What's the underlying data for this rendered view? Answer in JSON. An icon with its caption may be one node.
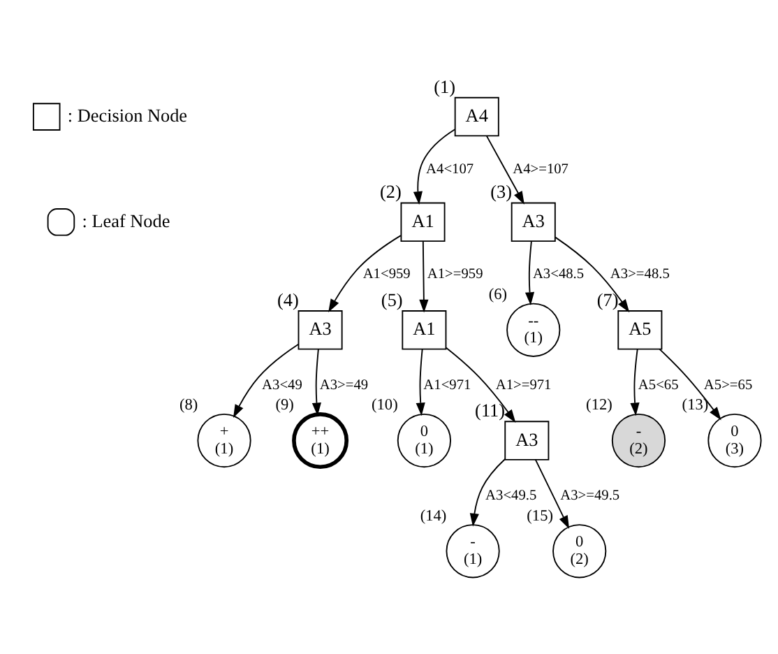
{
  "diagram": {
    "nodes": [
      {
        "text": [
          "A4"
        ],
        "beside": [
          "(1)"
        ]
      },
      {
        "text": [
          "A1"
        ],
        "beside": [
          "(2)"
        ]
      },
      {
        "text": [
          "A3"
        ],
        "beside": [
          "(3)"
        ]
      },
      {
        "text": [
          "A3"
        ],
        "beside": [
          "(4)"
        ]
      },
      {
        "text": [
          "A1"
        ],
        "beside": [
          "(5)"
        ]
      },
      {
        "text": [
          "--",
          "(1)"
        ],
        "beside": [
          "(6)"
        ]
      },
      {
        "text": [
          "A5"
        ],
        "beside": [
          "(7)"
        ]
      },
      {
        "text": [
          "+",
          "(1)"
        ],
        "beside": [
          "(8)"
        ]
      },
      {
        "text": [
          "++",
          "(1)"
        ],
        "beside": [
          "(9)"
        ]
      },
      {
        "text": [
          "0",
          "(1)"
        ],
        "beside": [
          "(10)"
        ]
      },
      {
        "text": [
          "A3"
        ],
        "beside": [
          "(11)"
        ]
      },
      {
        "text": [
          "-",
          "(2)"
        ],
        "beside": [
          "(12)"
        ]
      },
      {
        "text": [
          "0",
          "(3)"
        ],
        "beside": [
          "(13)"
        ]
      },
      {
        "text": [
          "-",
          "(1)"
        ],
        "beside": [
          "(14)"
        ]
      },
      {
        "text": [
          "0",
          "(2)"
        ],
        "beside": [
          "(15)"
        ]
      }
    ],
    "edges": [
      {
        "from": 0,
        "to": 1,
        "arrow": "to",
        "label": "A4<107"
      },
      {
        "from": 0,
        "to": 2,
        "arrow": "to",
        "label": "A4>=107"
      },
      {
        "from": 1,
        "to": 3,
        "arrow": "to",
        "label": "A1<959"
      },
      {
        "from": 1,
        "to": 4,
        "arrow": "to",
        "label": "A1>=959"
      },
      {
        "from": 2,
        "to": 5,
        "arrow": "to",
        "label": "A3<48.5"
      },
      {
        "from": 2,
        "to": 6,
        "arrow": "to",
        "label": "A3>=48.5"
      },
      {
        "from": 3,
        "to": 7,
        "arrow": "to",
        "label": "A3<49"
      },
      {
        "from": 3,
        "to": 8,
        "arrow": "to",
        "label": "A3>=49"
      },
      {
        "from": 4,
        "to": 9,
        "arrow": "to",
        "label": "A1<971"
      },
      {
        "from": 4,
        "to": 10,
        "arrow": "to",
        "label": "A1>=971"
      },
      {
        "from": 6,
        "to": 11,
        "arrow": "to",
        "label": "A5<65"
      },
      {
        "from": 6,
        "to": 12,
        "arrow": "to",
        "label": "A5>=65"
      },
      {
        "from": 10,
        "to": 13,
        "arrow": "to",
        "label": "A3<49.5"
      },
      {
        "from": 10,
        "to": 14,
        "arrow": "to",
        "label": "A3>=49.5"
      }
    ],
    "legend": [
      {
        "text": ": Decision Node"
      },
      {
        "text": ": Leaf Node"
      }
    ]
  }
}
